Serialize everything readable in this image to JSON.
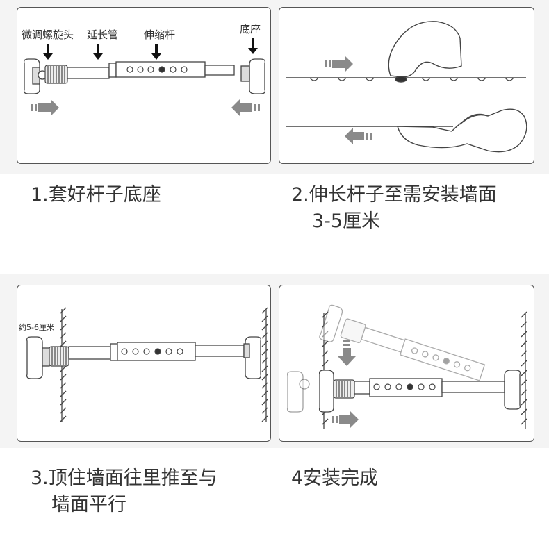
{
  "panel1": {
    "labels": {
      "knob": "微调螺旋头",
      "extension": "延长管",
      "telescopic": "伸缩杆",
      "base": "底座"
    }
  },
  "panel3": {
    "gap_label": "约5-6厘米"
  },
  "captions": {
    "step1": "1.套好杆子底座",
    "step2_line1": "2.伸长杆子至需安装墙面",
    "step2_line2": "3-5厘米",
    "step3_line1": "3.顶住墙面往里推至与",
    "step3_line2": "墙面平行",
    "step4": "4安装完成"
  },
  "colors": {
    "background": "#ffffff",
    "band": "#f4f4f4",
    "outline": "#555555",
    "arrow_gray": "#8a8a8a",
    "text": "#333333"
  }
}
